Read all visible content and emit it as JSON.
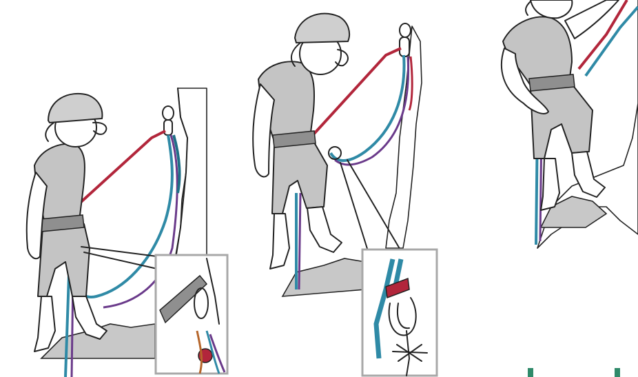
{
  "figure": {
    "panels": [
      {
        "id": 1,
        "subject": "climber-at-anchor-clipping-in",
        "inset": "clove-hitch-on-harness-detail"
      },
      {
        "id": 2,
        "subject": "climber-hanging-on-anchor",
        "inset": "quickdraw-with-knot-detail"
      },
      {
        "id": 3,
        "subject": "climber-climbing-up"
      }
    ],
    "colors": {
      "rope_red": "#b2263b",
      "rope_blue": "#2f8aa6",
      "rope_purple": "#6a3a8a",
      "rope_teal": "#1f6f86",
      "cloth_gray": "#c4c4c4",
      "inset_border": "#a8a8a8"
    }
  }
}
